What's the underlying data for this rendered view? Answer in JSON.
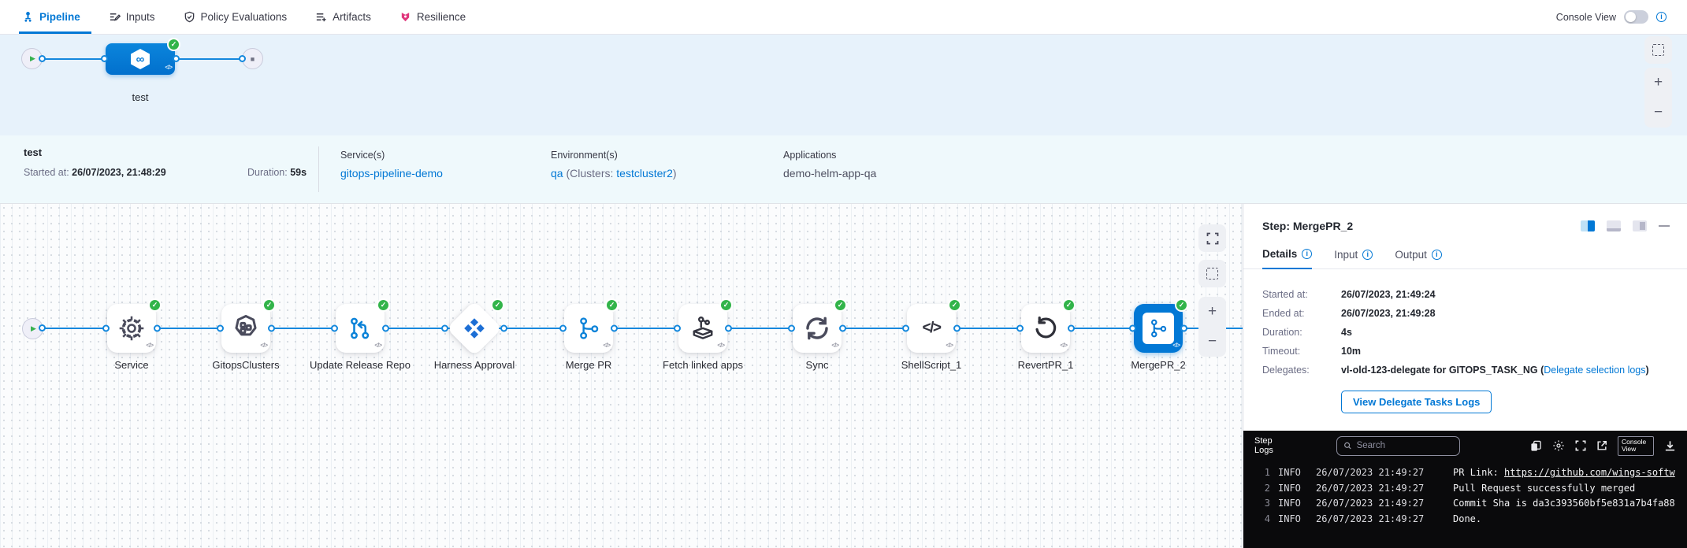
{
  "colors": {
    "accent": "#0278d5",
    "success_green": "#32b44a",
    "resilience_pink": "#e0367c",
    "edge_blue": "#1488dd",
    "console_bg": "#0a0a0c"
  },
  "topbar": {
    "tabs": [
      {
        "label": "Pipeline",
        "icon": "pipeline-icon",
        "active": true
      },
      {
        "label": "Inputs",
        "icon": "inputs-icon",
        "active": false
      },
      {
        "label": "Policy Evaluations",
        "icon": "policy-shield-icon",
        "active": false
      },
      {
        "label": "Artifacts",
        "icon": "artifacts-icon",
        "active": false
      },
      {
        "label": "Resilience",
        "icon": "resilience-icon",
        "active": false
      }
    ],
    "console_view_label": "Console View"
  },
  "stage_strip": {
    "stage_label": "test",
    "stage_icon": "gitops-hexagon-infinity-icon",
    "status": "success"
  },
  "meta": {
    "pipeline_name": "test",
    "started_label": "Started at:",
    "started_value": "26/07/2023, 21:48:29",
    "duration_label": "Duration:",
    "duration_value": "59s",
    "services_label": "Service(s)",
    "services_value": "gitops-pipeline-demo",
    "environments_label": "Environment(s)",
    "env_link": "qa",
    "env_mid": " (Clusters: ",
    "env_cluster": "testcluster2",
    "env_close": ")",
    "applications_label": "Applications",
    "applications_value": "demo-helm-app-qa"
  },
  "graph": {
    "start_icon": "play-icon",
    "nodes": [
      {
        "label": "Service",
        "icon": "gear-icon",
        "status": "success"
      },
      {
        "label": "GitopsClusters",
        "icon": "clusters-heptagon-icon",
        "status": "success"
      },
      {
        "label": "Update Release Repo",
        "icon": "git-update-repo-icon",
        "status": "success"
      },
      {
        "label": "Harness Approval",
        "icon": "approval-diamonds-icon",
        "status": "success",
        "shape": "diamond"
      },
      {
        "label": "Merge PR",
        "icon": "git-branch-icon",
        "status": "success"
      },
      {
        "label": "Fetch linked apps",
        "icon": "fetch-apps-icon",
        "status": "success"
      },
      {
        "label": "Sync",
        "icon": "sync-icon",
        "status": "success"
      },
      {
        "label": "ShellScript_1",
        "icon": "code-icon",
        "status": "success"
      },
      {
        "label": "RevertPR_1",
        "icon": "revert-icon",
        "status": "success"
      },
      {
        "label": "MergePR_2",
        "icon": "git-branch-icon",
        "status": "success",
        "selected": true
      }
    ]
  },
  "panel": {
    "title": "Step: MergePR_2",
    "layout_icons": [
      "split-view-icon",
      "bottom-view-icon",
      "right-view-icon",
      "minimize-icon"
    ],
    "tabs": [
      {
        "label": "Details",
        "active": true
      },
      {
        "label": "Input",
        "active": false
      },
      {
        "label": "Output",
        "active": false
      }
    ],
    "details": {
      "rows": [
        {
          "label": "Started at:",
          "value": "26/07/2023, 21:49:24"
        },
        {
          "label": "Ended at:",
          "value": "26/07/2023, 21:49:28"
        },
        {
          "label": "Duration:",
          "value": "4s"
        },
        {
          "label": "Timeout:",
          "value": "10m"
        }
      ],
      "delegates_label": "Delegates:",
      "delegates_value": "vl-old-123-delegate for GITOPS_TASK_NG",
      "delegates_paren_open": "(",
      "delegates_link": "Delegate selection logs",
      "delegates_paren_close": ")",
      "button_label": "View Delegate Tasks Logs"
    }
  },
  "console": {
    "title": "Step Logs",
    "search_placeholder": "Search",
    "toolbar_icons": [
      "copy-icon",
      "settings-gear-icon",
      "fullscreen-icon",
      "open-in-new-icon",
      "download-icon"
    ],
    "console_view_button": "Console View",
    "logs": [
      {
        "num": "1",
        "level": "INFO",
        "time": "26/07/2023 21:49:27",
        "message": "PR Link: ",
        "link": "https://github.com/wings-softw"
      },
      {
        "num": "2",
        "level": "INFO",
        "time": "26/07/2023 21:49:27",
        "message": "Pull Request successfully merged",
        "link": ""
      },
      {
        "num": "3",
        "level": "INFO",
        "time": "26/07/2023 21:49:27",
        "message": "Commit Sha is da3c393560bf5e831a7b4fa88",
        "link": ""
      },
      {
        "num": "4",
        "level": "INFO",
        "time": "26/07/2023 21:49:27",
        "message": "Done.",
        "link": ""
      }
    ]
  }
}
